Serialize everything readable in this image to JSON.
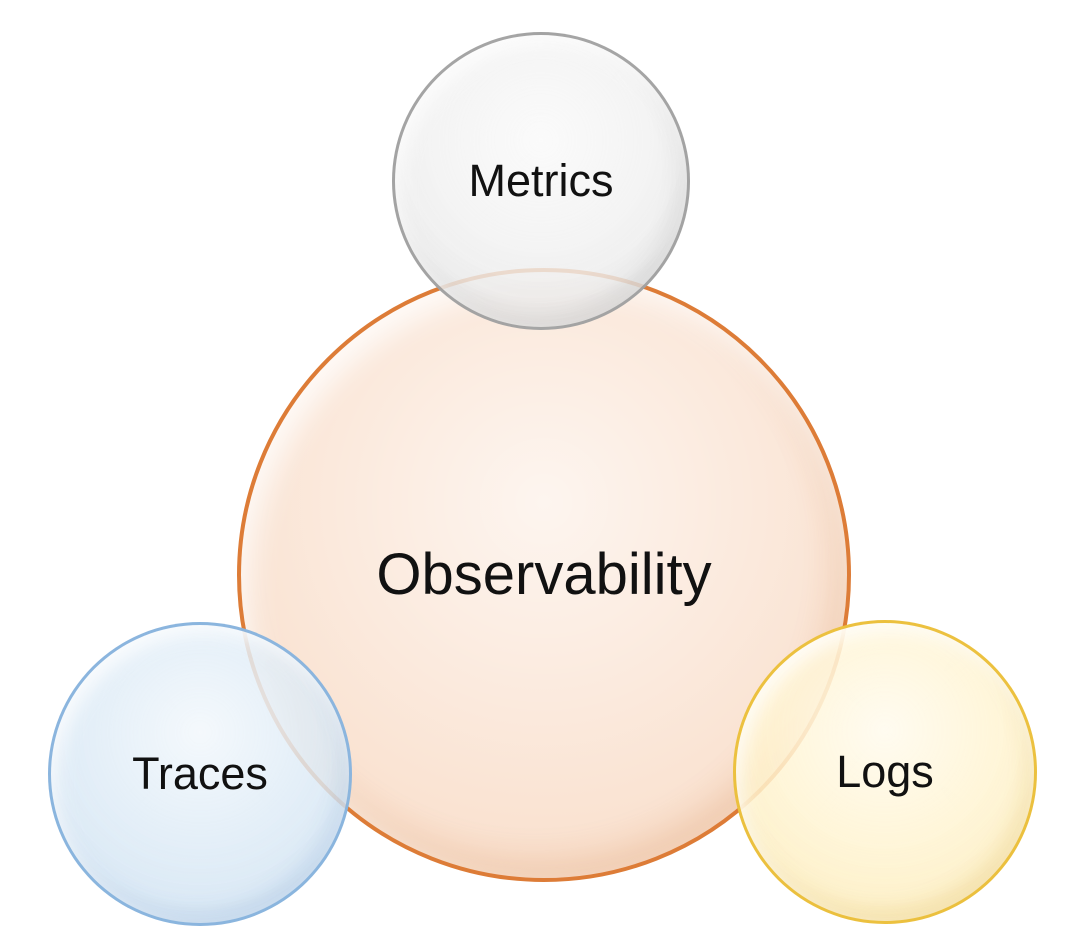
{
  "diagram": {
    "type": "venn-cluster",
    "title": "Observability",
    "nodes": [
      {
        "id": "observability",
        "label": "Observability",
        "role": "center",
        "fill_color": "#fbe9dc",
        "border_color": "#dd7c37"
      },
      {
        "id": "metrics",
        "label": "Metrics",
        "role": "satellite-top",
        "fill_color": "#f2f2f2",
        "border_color": "#969696"
      },
      {
        "id": "traces",
        "label": "Traces",
        "role": "satellite-bottom-left",
        "fill_color": "#deebf7",
        "border_color": "#82afdc"
      },
      {
        "id": "logs",
        "label": "Logs",
        "role": "satellite-bottom-right",
        "fill_color": "#fff4d3",
        "border_color": "#ebbe37"
      }
    ],
    "text_color": "#111111",
    "background_color": "#ffffff"
  }
}
